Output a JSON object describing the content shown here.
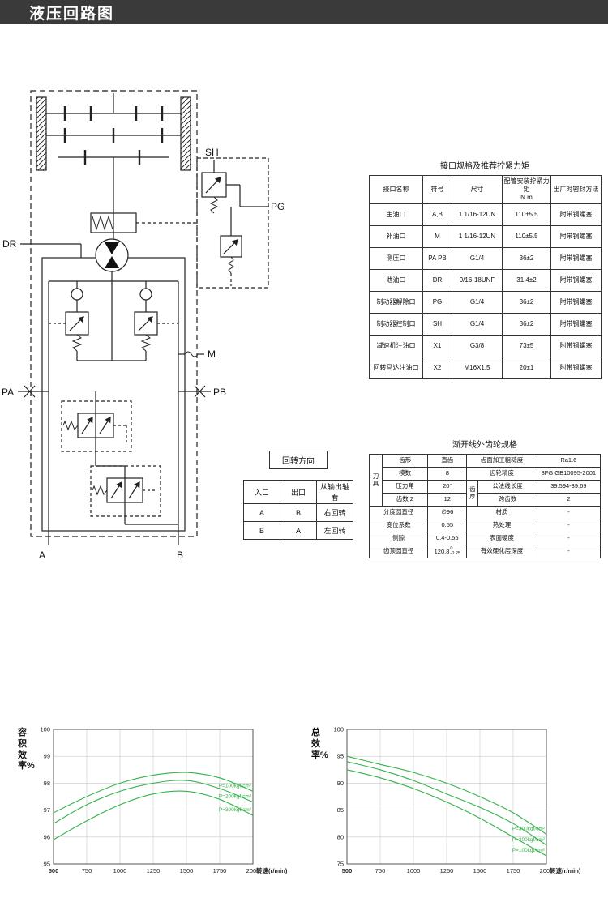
{
  "page": {
    "title": "液压回路图"
  },
  "schematic": {
    "labels": {
      "sh": "SH",
      "pg": "PG",
      "dr": "DR",
      "m": "M",
      "pa": "PA",
      "pb": "PB",
      "a": "A",
      "b": "B"
    }
  },
  "port_table": {
    "title": "接口规格及推荐拧紧力矩",
    "headers": [
      "接口名称",
      "符号",
      "尺寸",
      "配管安装拧紧力矩\nN.m",
      "出厂时密封方法"
    ],
    "rows": [
      [
        "主油口",
        "A,B",
        "1 1/16-12UN",
        "110±5.5",
        "附带钢螺塞"
      ],
      [
        "补油口",
        "M",
        "1 1/16-12UN",
        "110±5.5",
        "附带钢螺塞"
      ],
      [
        "测压口",
        "PA PB",
        "G1/4",
        "36±2",
        "附带钢螺塞"
      ],
      [
        "泄油口",
        "DR",
        "9/16-18UNF",
        "31.4±2",
        "附带钢螺塞"
      ],
      [
        "制动器解除口",
        "PG",
        "G1/4",
        "36±2",
        "附带钢螺塞"
      ],
      [
        "制动器控制口",
        "SH",
        "G1/4",
        "36±2",
        "附带钢螺塞"
      ],
      [
        "减速机注油口",
        "X1",
        "G3/8",
        "73±5",
        "附带钢螺塞"
      ],
      [
        "回转马达注油口",
        "X2",
        "M16X1.5",
        "20±1",
        "附带钢螺塞"
      ]
    ]
  },
  "gear_table": {
    "title": "渐开线外齿轮规格",
    "tool_label": "刀具",
    "thickness_label": "齿厚",
    "rows": {
      "r1": {
        "l": "齿形",
        "v": "直齿",
        "l2": "齿面加工粗糙度",
        "v2": "Ra1.6"
      },
      "r2": {
        "l": "模数",
        "v": "8",
        "l2": "齿轮精度",
        "v2": "8FG GB10095-2001"
      },
      "r3": {
        "l": "压力角",
        "v": "20°",
        "l2": "公法线长度",
        "v2": "39.594-39.69"
      },
      "r4": {
        "l": "齿数 Z",
        "v": "12",
        "l2": "跨齿数",
        "v2": "2"
      },
      "r5": {
        "l": "分度圆直径",
        "v": "∅96",
        "l2": "材质",
        "v2": "-"
      },
      "r6": {
        "l": "变位系数",
        "v": "0.55",
        "l2": "热处理",
        "v2": "-"
      },
      "r7": {
        "l": "侧隙",
        "v": "0.4-0.55",
        "l2": "表面硬度",
        "v2": "-"
      },
      "r8": {
        "l": "齿顶圆直径",
        "v": "120.8",
        "v_tol_top": "0",
        "v_tol_bot": "-0.25",
        "l2": "有效硬化层深度",
        "v2": "-"
      }
    }
  },
  "rotation_table": {
    "title": "回转方向",
    "headers": [
      "入口",
      "出口",
      "从输出轴看"
    ],
    "rows": [
      [
        "A",
        "B",
        "右回转"
      ],
      [
        "B",
        "A",
        "左回转"
      ]
    ]
  },
  "chart_data": [
    {
      "type": "line",
      "title": "",
      "ylabel": "容积效率",
      "ylabel_unit": "%",
      "xlabel": "转速(r/min)",
      "x": [
        500,
        750,
        1000,
        1250,
        1500,
        1750,
        2000
      ],
      "xticks": [
        500,
        750,
        1000,
        1250,
        1500,
        1750,
        2000
      ],
      "yticks": [
        95,
        96,
        97,
        98,
        99,
        100
      ],
      "ylim": [
        95,
        100
      ],
      "xlim": [
        500,
        2000
      ],
      "grid": true,
      "line_color": "#33b34a",
      "series": [
        {
          "name": "P=100kgf/cm²",
          "values": [
            96.9,
            97.5,
            98.0,
            98.3,
            98.4,
            98.2,
            97.7
          ]
        },
        {
          "name": "P=200kgf/cm²",
          "values": [
            96.5,
            97.2,
            97.7,
            98.0,
            98.1,
            97.8,
            97.3
          ]
        },
        {
          "name": "P=300kgf/cm²",
          "values": [
            95.9,
            96.6,
            97.2,
            97.6,
            97.7,
            97.4,
            96.8
          ]
        }
      ]
    },
    {
      "type": "line",
      "title": "",
      "ylabel": "总效率",
      "ylabel_unit": "%",
      "xlabel": "转速(r/min)",
      "x": [
        500,
        750,
        1000,
        1250,
        1500,
        1750,
        2000
      ],
      "xticks": [
        500,
        750,
        1000,
        1250,
        1500,
        1750,
        2000
      ],
      "yticks": [
        75,
        80,
        85,
        90,
        95,
        100
      ],
      "ylim": [
        75,
        100
      ],
      "xlim": [
        500,
        2000
      ],
      "grid": true,
      "line_color": "#33b34a",
      "series": [
        {
          "name": "P=300kgf/cm²",
          "values": [
            95.0,
            93.5,
            92.0,
            90.0,
            87.5,
            84.5,
            80.5
          ]
        },
        {
          "name": "P=200kgf/cm²",
          "values": [
            94.0,
            92.5,
            90.5,
            88.0,
            85.5,
            82.5,
            78.5
          ]
        },
        {
          "name": "P=100kgf/cm²",
          "values": [
            92.5,
            91.0,
            89.0,
            86.5,
            83.5,
            80.0,
            76.5
          ]
        }
      ]
    }
  ]
}
